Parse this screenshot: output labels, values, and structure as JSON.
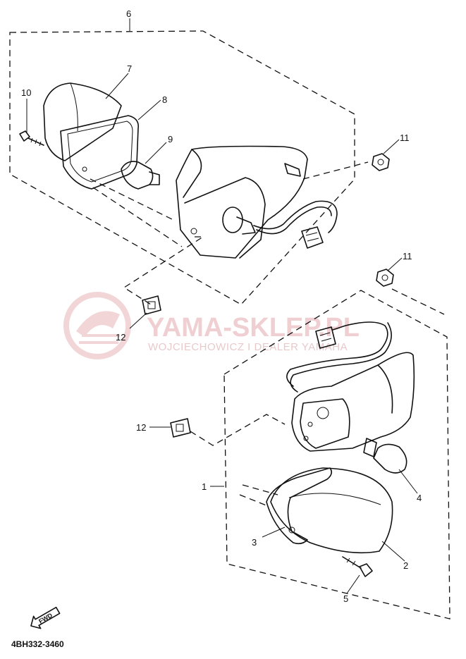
{
  "diagram": {
    "callouts": {
      "c1": "1",
      "c2": "2",
      "c3": "3",
      "c4": "4",
      "c5": "5",
      "c6": "6",
      "c7": "7",
      "c8": "8",
      "c9": "9",
      "c10": "10",
      "c11a": "11",
      "c11b": "11",
      "c12a": "12",
      "c12b": "12"
    },
    "part_code": "4BH332-3460",
    "fwd_label": "FWD",
    "watermark": {
      "title": "YAMA-SKLEP.PL",
      "subtitle": "WOJCIECHOWICZ I DEALER YAMAHA"
    },
    "colors": {
      "line": "#111111",
      "watermark": "#e3a8ad"
    }
  }
}
